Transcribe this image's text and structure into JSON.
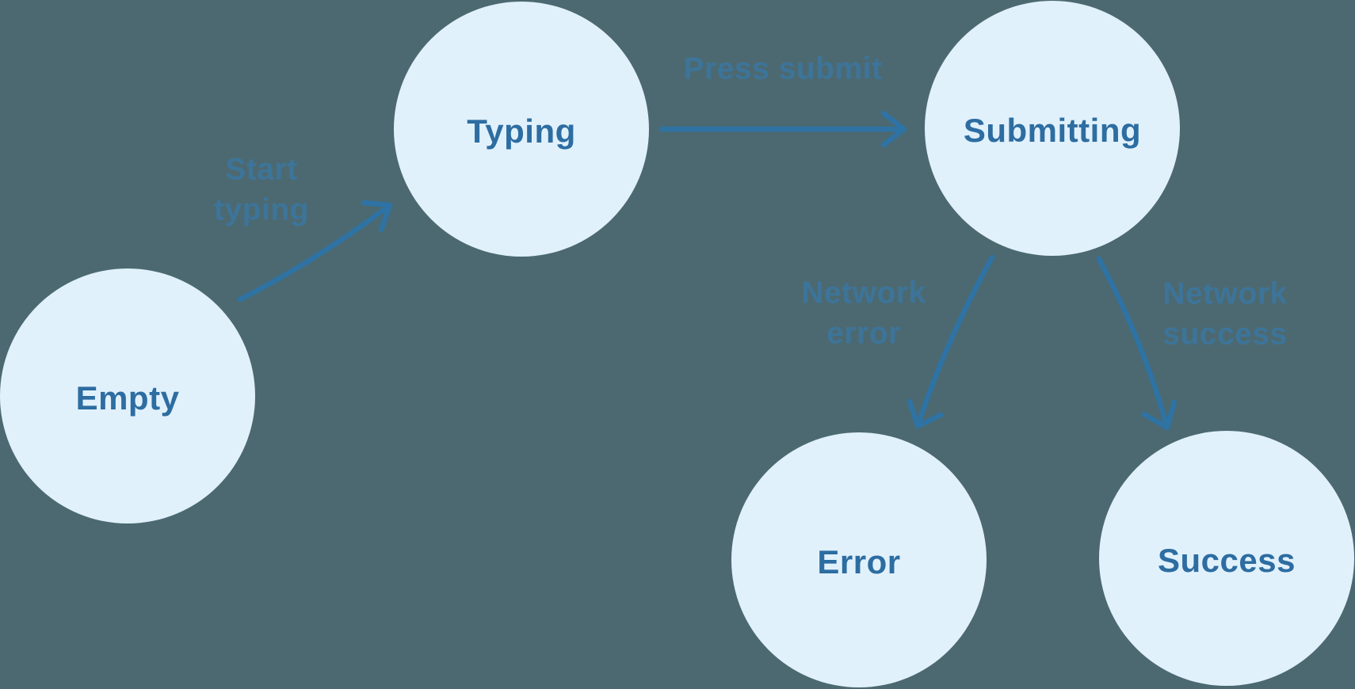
{
  "diagram": {
    "title": "form-submission-state-machine",
    "colors": {
      "background": "#4C6971",
      "node_fill": "#E1F1FC",
      "node_text": "#2D6DA1",
      "edge_text": "#3D7499",
      "arrow": "#2E73A4"
    },
    "nodes": [
      {
        "id": "empty",
        "label": "Empty"
      },
      {
        "id": "typing",
        "label": "Typing"
      },
      {
        "id": "submitting",
        "label": "Submitting"
      },
      {
        "id": "error",
        "label": "Error"
      },
      {
        "id": "success",
        "label": "Success"
      }
    ],
    "edges": [
      {
        "from": "empty",
        "to": "typing",
        "label": "Start\ntyping"
      },
      {
        "from": "typing",
        "to": "submitting",
        "label": "Press submit"
      },
      {
        "from": "submitting",
        "to": "error",
        "label": "Network\nerror"
      },
      {
        "from": "submitting",
        "to": "success",
        "label": "Network\nsuccess"
      }
    ]
  }
}
